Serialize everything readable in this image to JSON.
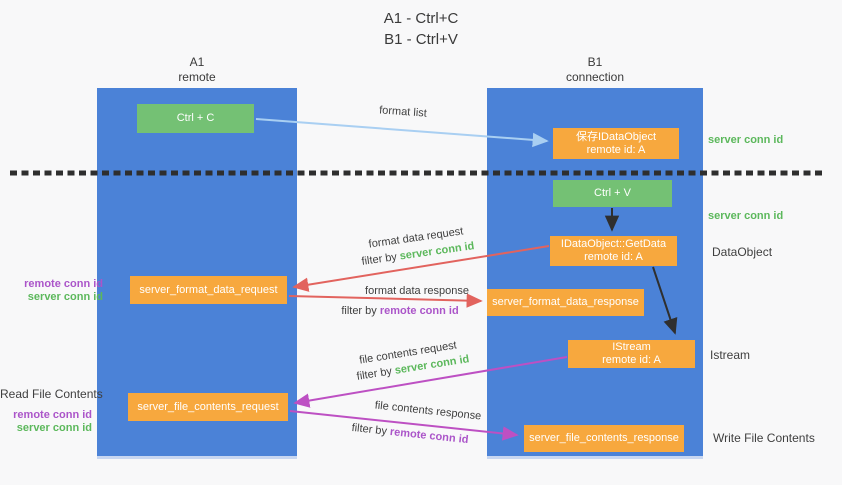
{
  "title": {
    "line1": "A1 - Ctrl+C",
    "line2": "B1 - Ctrl+V"
  },
  "lanes": {
    "left": {
      "name": "A1",
      "role": "remote"
    },
    "right": {
      "name": "B1",
      "role": "connection"
    }
  },
  "boxes": {
    "ctrl_c": {
      "label": "Ctrl + C"
    },
    "save_dataobject": {
      "line1": "保存IDataObject",
      "line2": "remote id: A"
    },
    "ctrl_v": {
      "label": "Ctrl + V"
    },
    "getdata": {
      "line1": "IDataObject::GetData",
      "line2": "remote id: A"
    },
    "format_request": {
      "label": "server_format_data_request"
    },
    "format_response": {
      "label": "server_format_data_response"
    },
    "istream": {
      "line1": "IStream",
      "line2": "remote id: A"
    },
    "file_request": {
      "label": "server_file_contents_request"
    },
    "file_response": {
      "label": "server_file_contents_response"
    }
  },
  "arrow_labels": {
    "format_list": "format list",
    "format_request": {
      "line1": "format data request",
      "filter_prefix": "filter by ",
      "filter_value": "server conn id"
    },
    "format_response": {
      "line1": "format data response",
      "filter_prefix": "filter by ",
      "filter_value": "remote conn id"
    },
    "file_request": {
      "line1": "file contents request",
      "filter_prefix": "filter by ",
      "filter_value": "server conn id"
    },
    "file_response": {
      "line1": "file contents response",
      "filter_prefix": "filter by ",
      "filter_value": "remote conn id"
    }
  },
  "side_labels": {
    "right_server_conn_top": "server conn id",
    "right_server_conn_mid": "server conn id",
    "dataobject": "DataObject",
    "istream": "Istream",
    "write_file_contents": "Write File Contents",
    "left_remote_conn_mid": "remote conn id",
    "left_server_conn_mid": "server conn id",
    "read_file_contents": "Read File Contents",
    "left_remote_conn_bottom": "remote conn id",
    "left_server_conn_bottom": "server conn id"
  },
  "colors": {
    "lane_blue": "#4b82d7",
    "box_green": "#74c174",
    "box_orange": "#f7a83e",
    "arrow_light_blue": "#a9cff2",
    "arrow_red": "#e2635e",
    "arrow_magenta": "#bd50c3",
    "arrow_black": "#2f2f2f",
    "text_green": "#5cb85c",
    "text_purple": "#ab55c9",
    "text_dark": "#3a3a3a"
  }
}
